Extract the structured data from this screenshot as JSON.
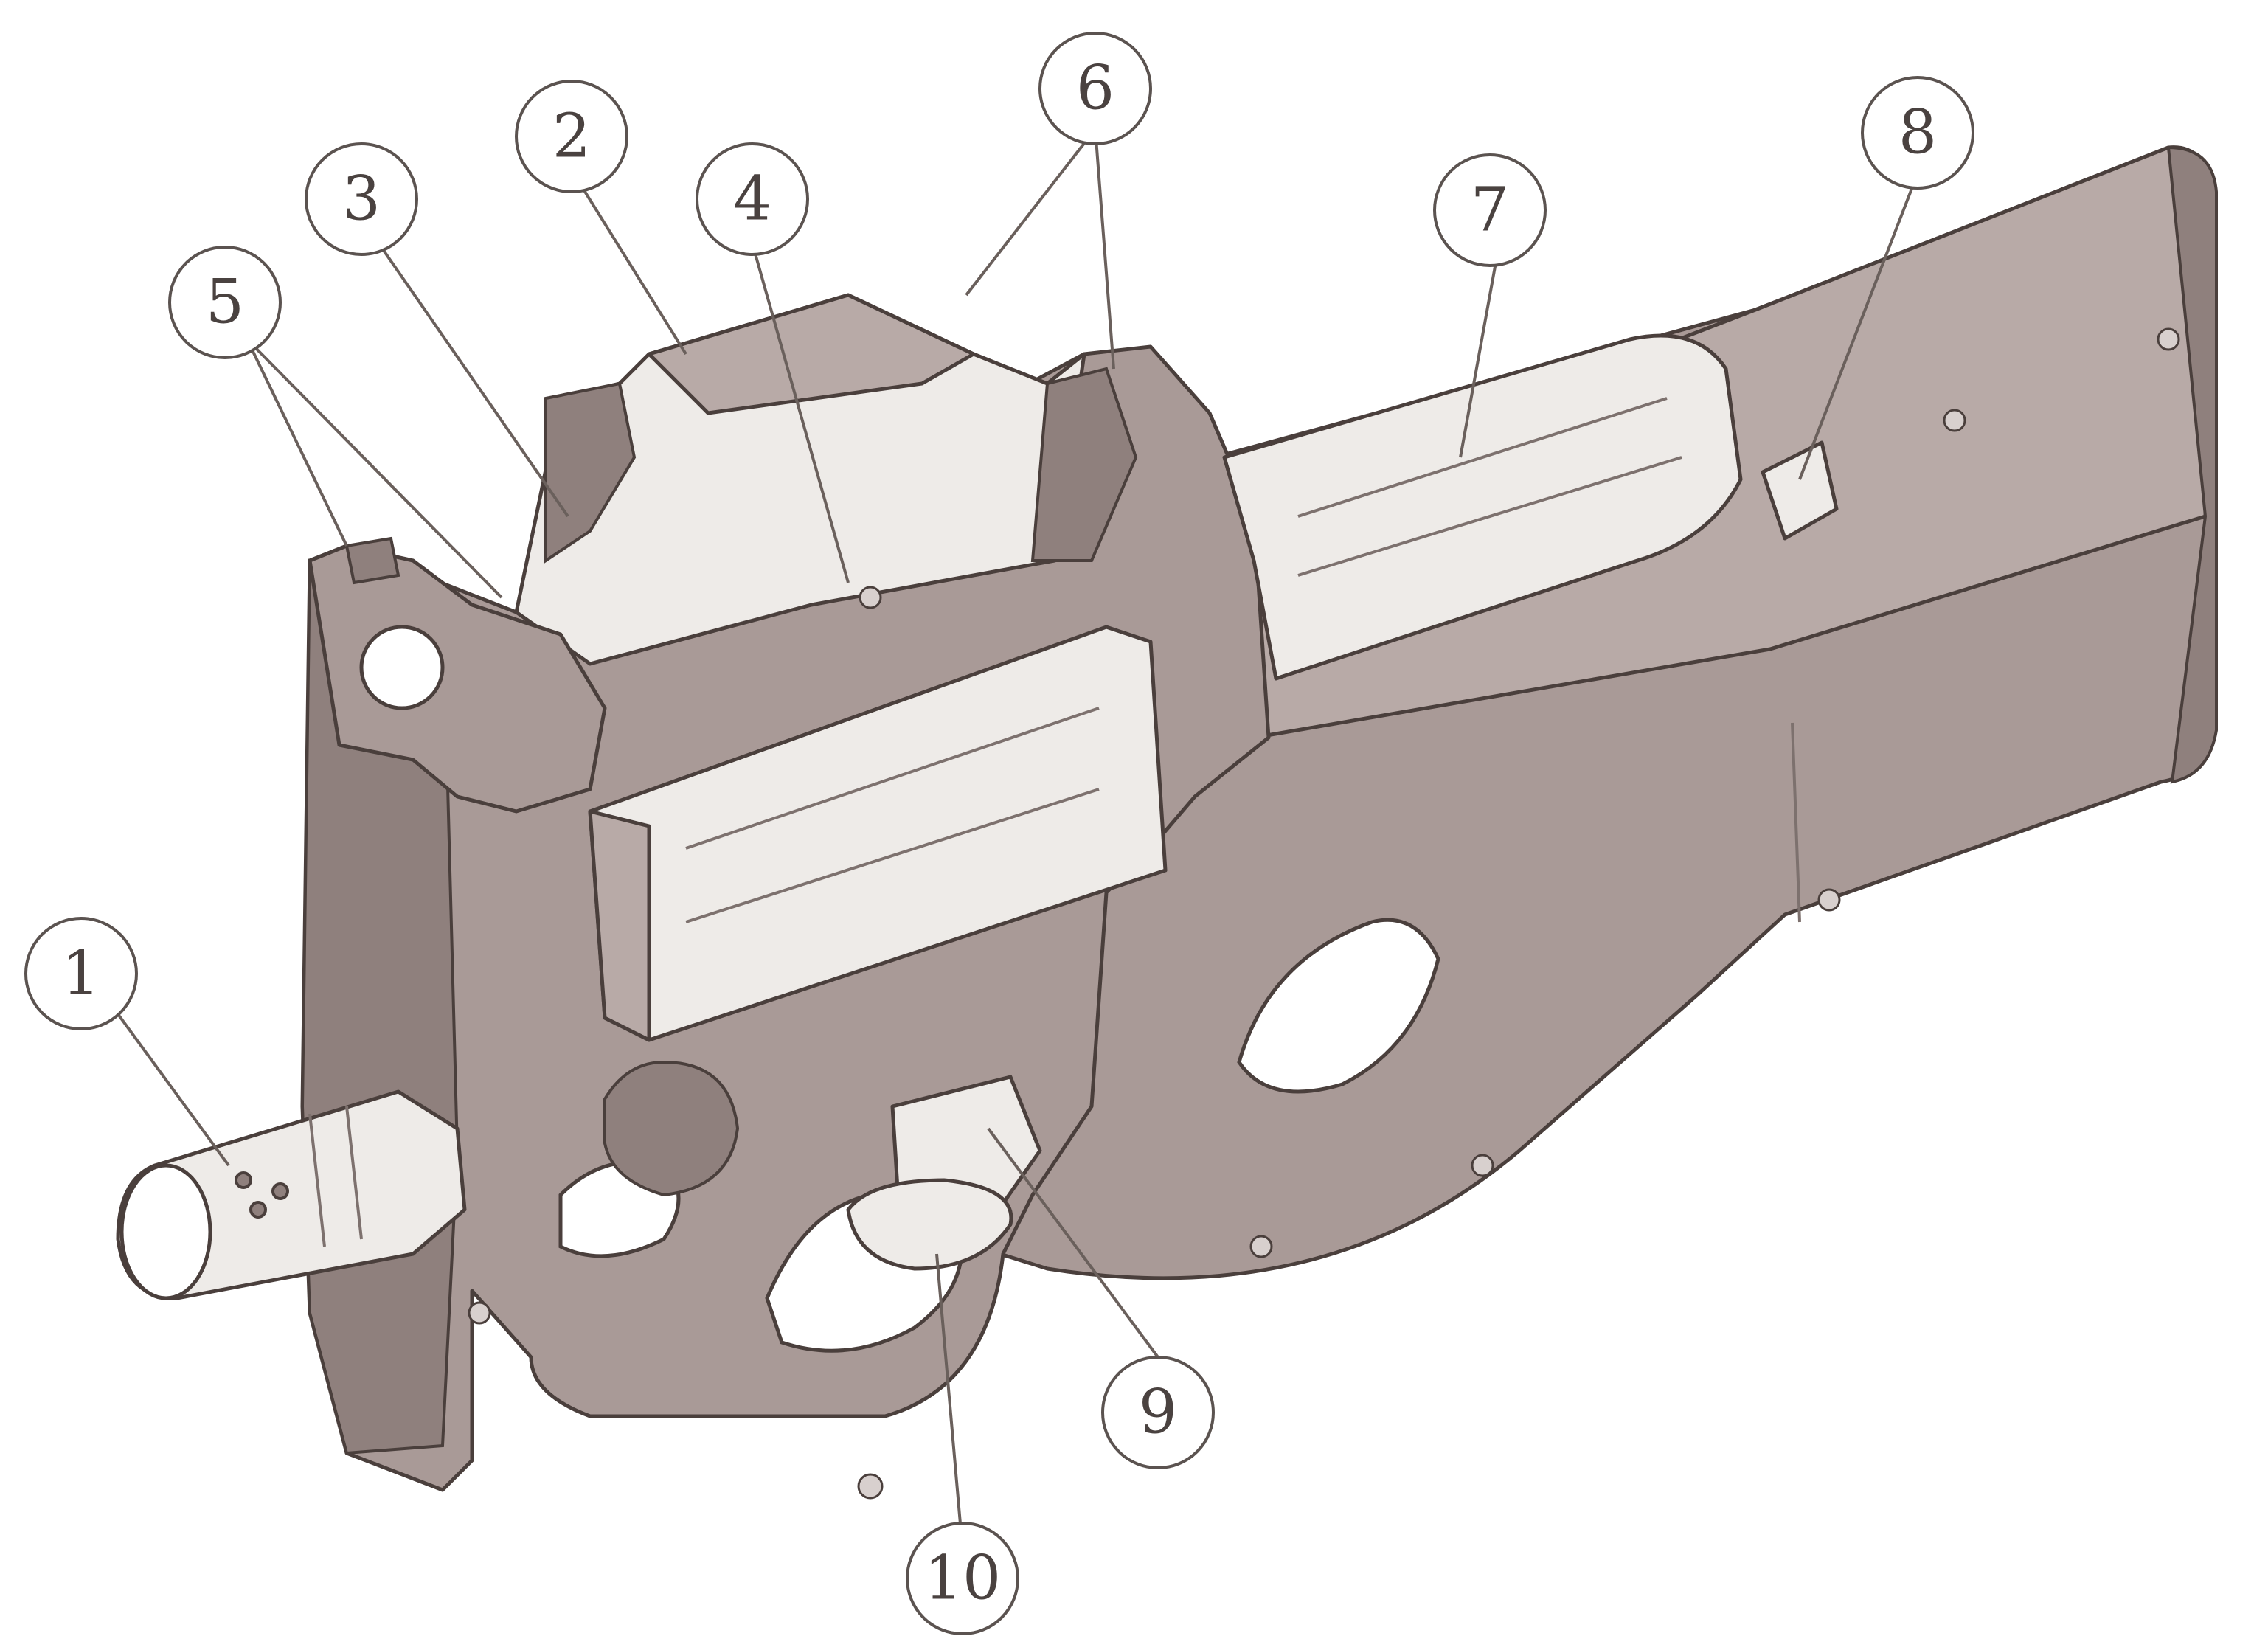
{
  "colors": {
    "polymer": "#a99a97",
    "magazine": "#eeebe8",
    "outline": "#4a3f3c",
    "background": "#ffffff"
  },
  "callouts": [
    {
      "id": "1",
      "text": "1"
    },
    {
      "id": "2",
      "text": "2"
    },
    {
      "id": "3",
      "text": "3"
    },
    {
      "id": "4",
      "text": "4"
    },
    {
      "id": "5",
      "text": "5"
    },
    {
      "id": "6",
      "text": "6"
    },
    {
      "id": "7",
      "text": "7"
    },
    {
      "id": "8",
      "text": "8"
    },
    {
      "id": "9",
      "text": "9"
    },
    {
      "id": "10",
      "text": "10"
    }
  ]
}
